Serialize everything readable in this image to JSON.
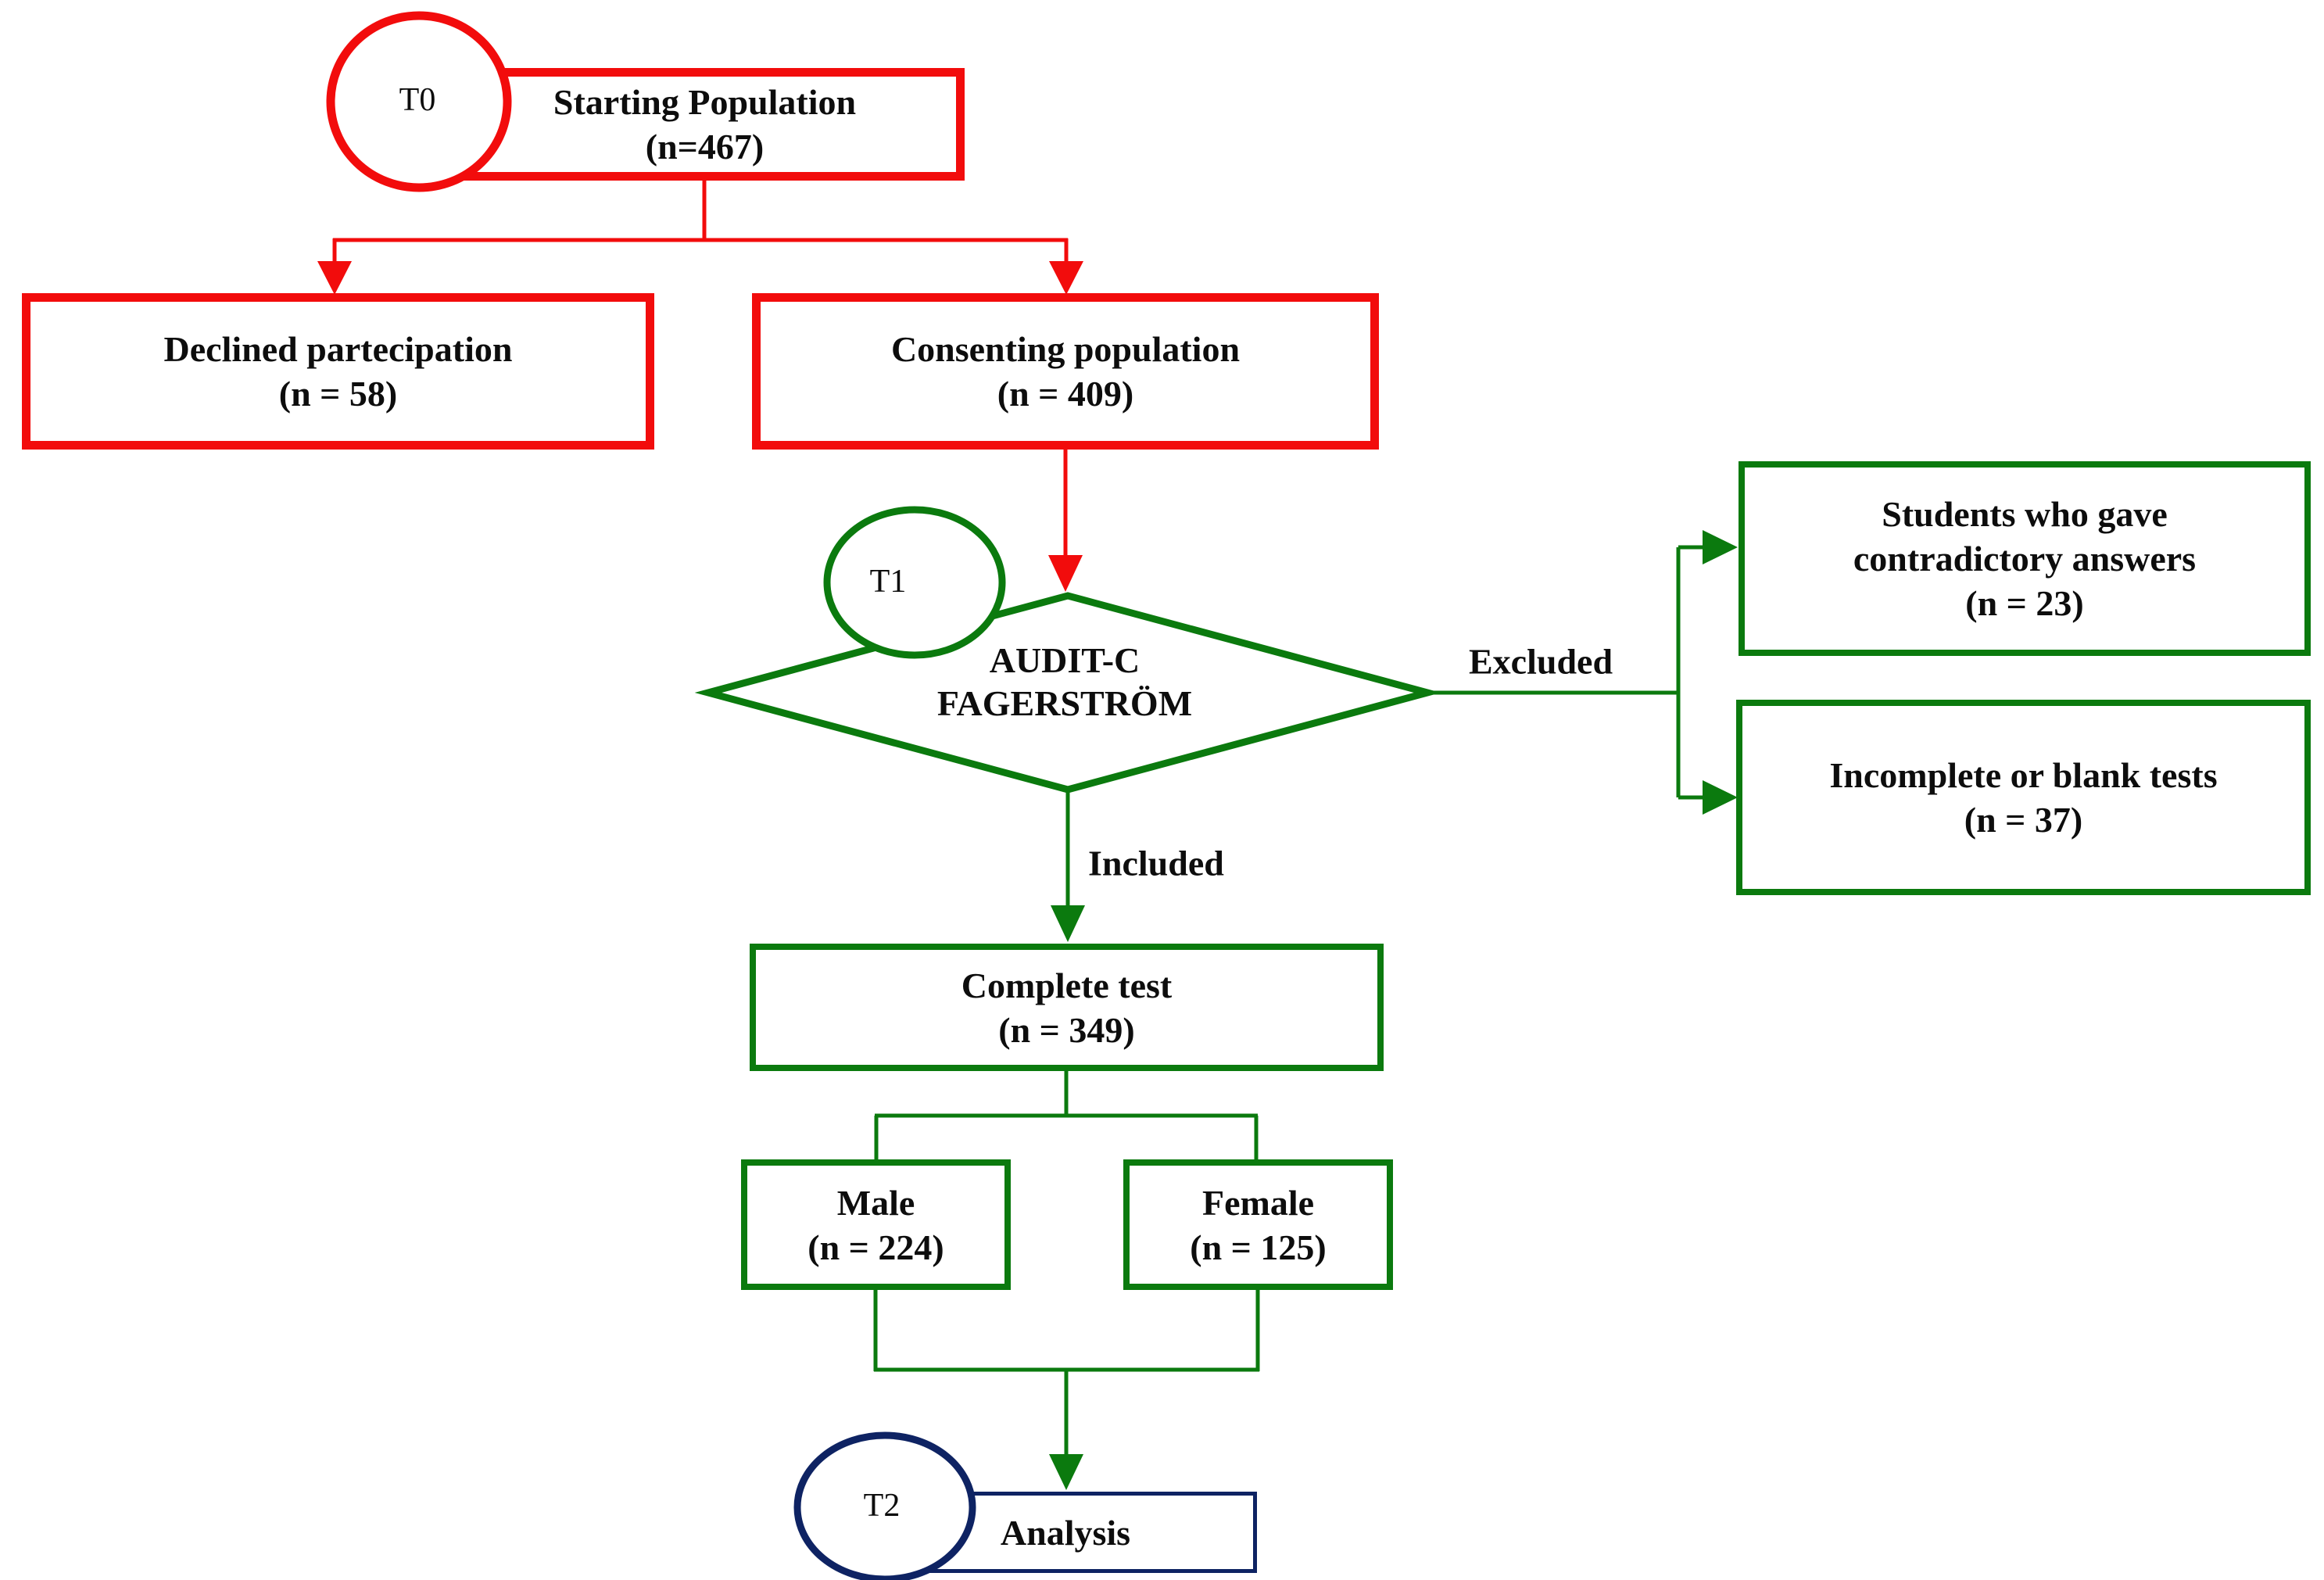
{
  "title": "Study enrollment flow diagram",
  "colors": {
    "red": "#f20c0c",
    "green": "#0b7a0e",
    "navy": "#0e2363",
    "text": "#0d0d0d",
    "bg": "#ffffff"
  },
  "timepoints": {
    "t0": "T0",
    "t1": "T1",
    "t2": "T2"
  },
  "nodes": {
    "start": {
      "lines": [
        "Starting Population",
        "(n=467)"
      ]
    },
    "declined": {
      "lines": [
        "Declined partecipation",
        "(n = 58)"
      ]
    },
    "consenting": {
      "lines": [
        "Consenting population",
        "(n = 409)"
      ]
    },
    "students": {
      "lines": [
        "Students who gave",
        "contradictory answers",
        "(n = 23)"
      ]
    },
    "incomplete": {
      "lines": [
        "Incomplete or blank tests",
        "(n = 37)"
      ]
    },
    "complete": {
      "lines": [
        "Complete test",
        "(n = 349)"
      ]
    },
    "male": {
      "lines": [
        "Male",
        "(n = 224)"
      ]
    },
    "female": {
      "lines": [
        "Female",
        "(n = 125)"
      ]
    },
    "analysis": {
      "lines": [
        "Analysis"
      ]
    }
  },
  "decision": {
    "lines": [
      "AUDIT-C",
      "FAGERSTRÖM"
    ]
  },
  "edge_labels": {
    "excluded": "Excluded",
    "included": "Included"
  }
}
